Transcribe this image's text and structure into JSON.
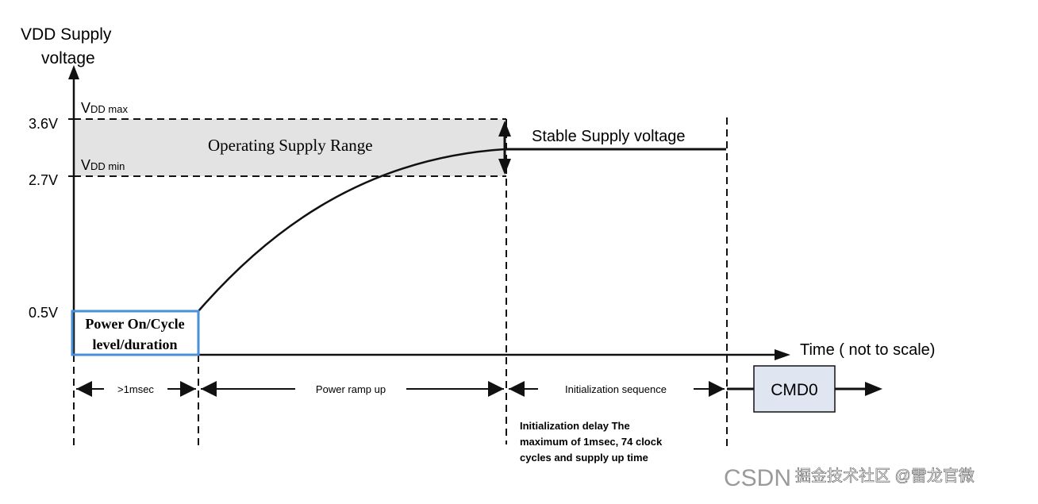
{
  "axis": {
    "y_title_line1": "VDD Supply",
    "y_title_line2": "voltage",
    "x_title": "Time ( not to scale)",
    "ticks": [
      "3.6V",
      "2.7V",
      "0.5V"
    ]
  },
  "band": {
    "vdd_max_main": "V",
    "vdd_max_sub": "DD max",
    "vdd_min_main": "V",
    "vdd_min_sub": "DD min",
    "label": "Operating Supply Range"
  },
  "stable_label": "Stable Supply voltage",
  "power_box": {
    "line1": "Power On/Cycle",
    "line2": "level/duration",
    "border_color": "#4a90d9"
  },
  "intervals": {
    "first": ">1msec",
    "second": "Power ramp up",
    "third": "Initialization sequence"
  },
  "cmd": {
    "label": "CMD0",
    "fill": "#dfe6f2"
  },
  "init_note": {
    "line1": "Initialization delay The",
    "line2": "maximum of 1msec, 74 clock",
    "line3": "cycles and supply up time"
  },
  "footer": {
    "csdn": "CSDN",
    "watermark": "掘金技术社区 @雷龙官微"
  },
  "colors": {
    "band": "#e3e3e3",
    "line": "#111111"
  }
}
